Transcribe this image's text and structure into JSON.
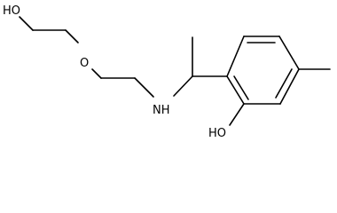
{
  "structure": {
    "atom_labels": {
      "hydroxyl_top": "HO",
      "ether_oxygen": "O",
      "amine": "NH",
      "phenol_hydroxyl": "HO"
    }
  },
  "colors": {
    "bond": "#000000",
    "label": "#000000",
    "background": "#ffffff"
  }
}
